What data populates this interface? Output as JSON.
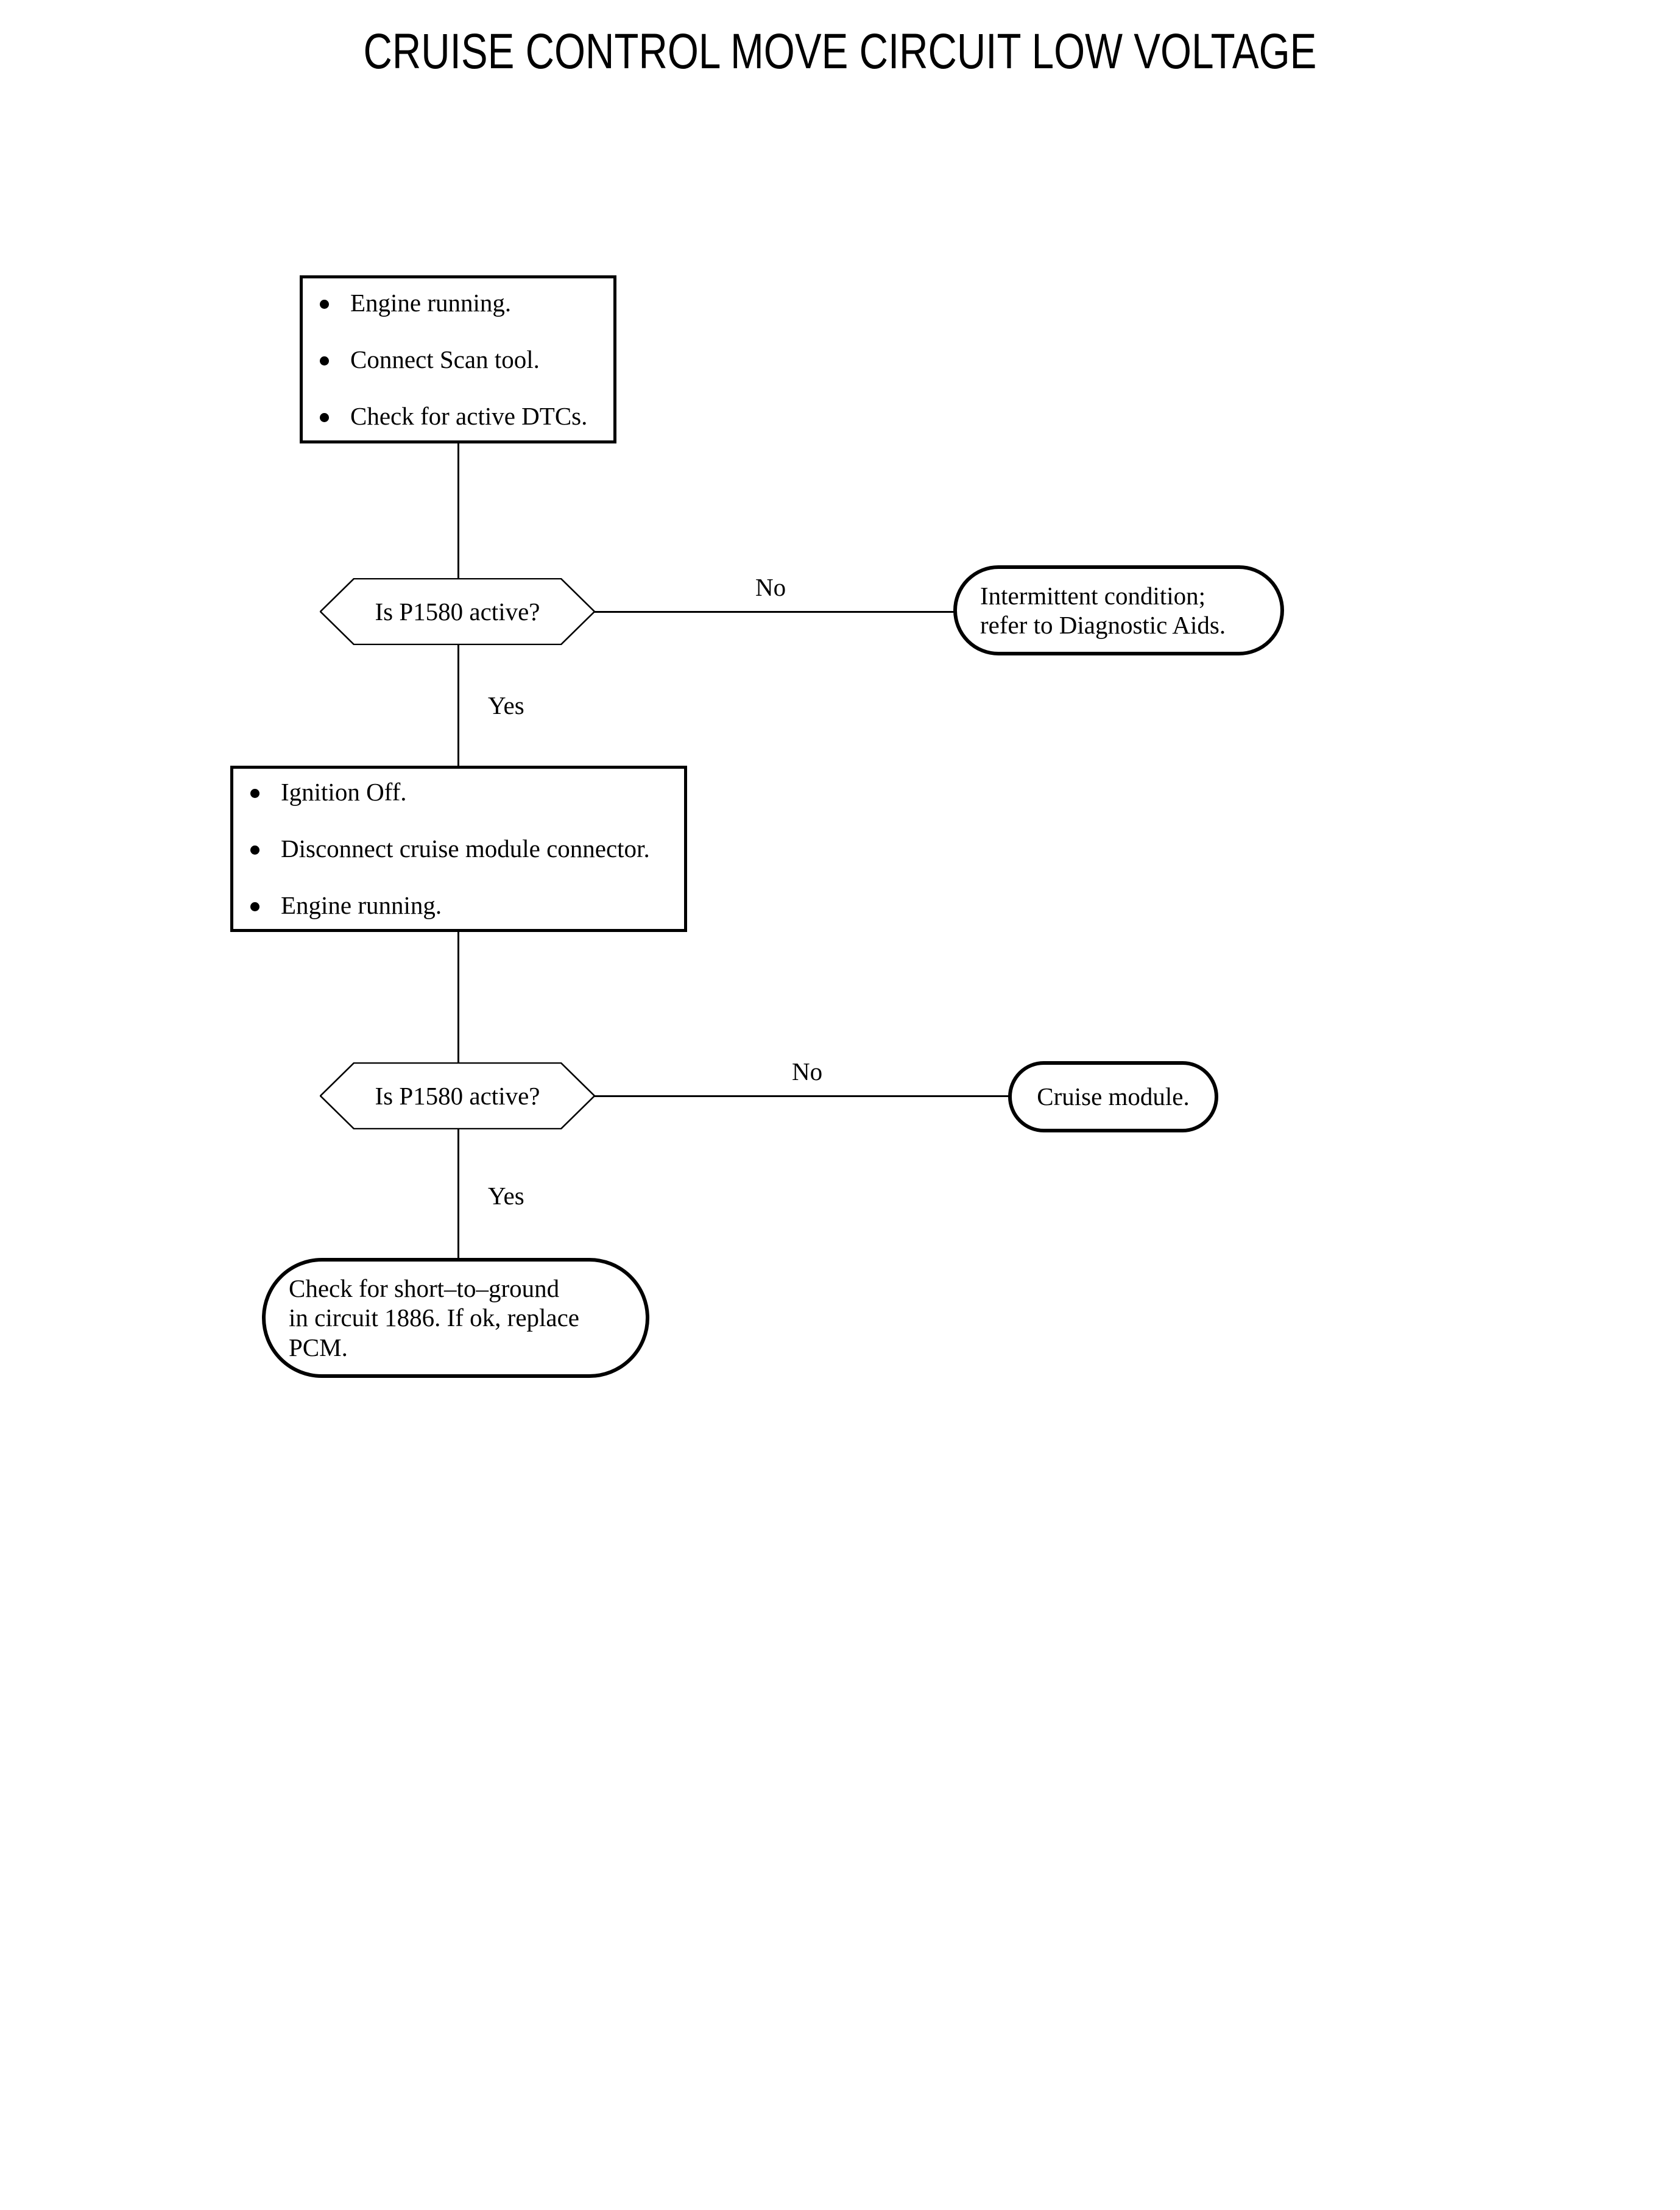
{
  "document": {
    "title": "CRUISE CONTROL MOVE CIRCUIT LOW VOLTAGE",
    "background_color": "#ffffff",
    "line_color": "#000000",
    "text_color": "#000000"
  },
  "flowchart": {
    "type": "diagnostic-flowchart",
    "nodes": {
      "step1": {
        "shape": "process",
        "bullets": [
          "Engine running.",
          "Connect Scan tool.",
          "Check for active DTCs."
        ]
      },
      "decision1": {
        "shape": "decision",
        "label": "Is P1580 active?"
      },
      "outcome_intermittent": {
        "shape": "terminal",
        "label": "Intermittent condition;\nrefer to Diagnostic Aids."
      },
      "step2": {
        "shape": "process",
        "bullets": [
          "Ignition Off.",
          "Disconnect cruise module connector.",
          "Engine running."
        ]
      },
      "decision2": {
        "shape": "decision",
        "label": "Is P1580 active?"
      },
      "outcome_cruise_module": {
        "shape": "terminal",
        "label": "Cruise module."
      },
      "outcome_short_to_ground": {
        "shape": "terminal",
        "label": "Check for short–to–ground\nin circuit 1886. If ok, replace\nPCM."
      }
    },
    "branch_labels": {
      "decision1_no": "No",
      "decision1_yes": "Yes",
      "decision2_no": "No",
      "decision2_yes": "Yes"
    }
  }
}
